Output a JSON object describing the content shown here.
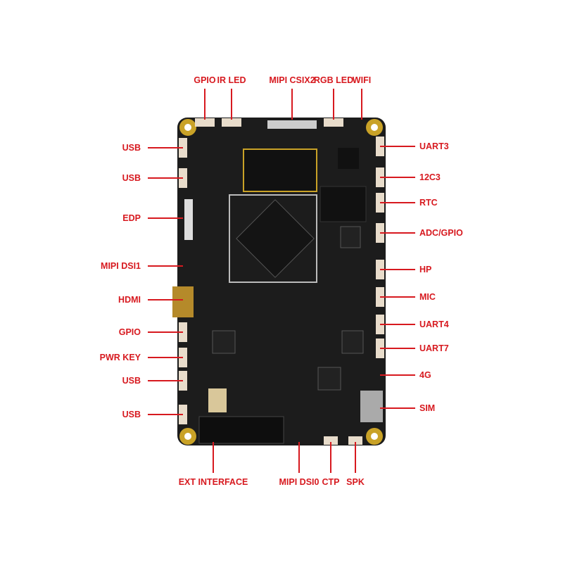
{
  "colors": {
    "label": "#d7191f",
    "board": "#1c1c1c",
    "pad": "#c9a227"
  },
  "labels": {
    "top": [
      "GPIO",
      "IR LED",
      "MIPI CSIX2",
      "RGB LED",
      "WIFI"
    ],
    "left": [
      "USB",
      "USB",
      "EDP",
      "MIPI DSI1",
      "HDMI",
      "GPIO",
      "PWR KEY",
      "USB",
      "USB"
    ],
    "right": [
      "UART3",
      "12C3",
      "RTC",
      "ADC/GPIO",
      "HP",
      "MIC",
      "UART4",
      "UART7",
      "4G",
      "SIM"
    ],
    "bottom": [
      "EXT INTERFACE",
      "MIPI DSI0",
      "CTP",
      "SPK"
    ]
  }
}
